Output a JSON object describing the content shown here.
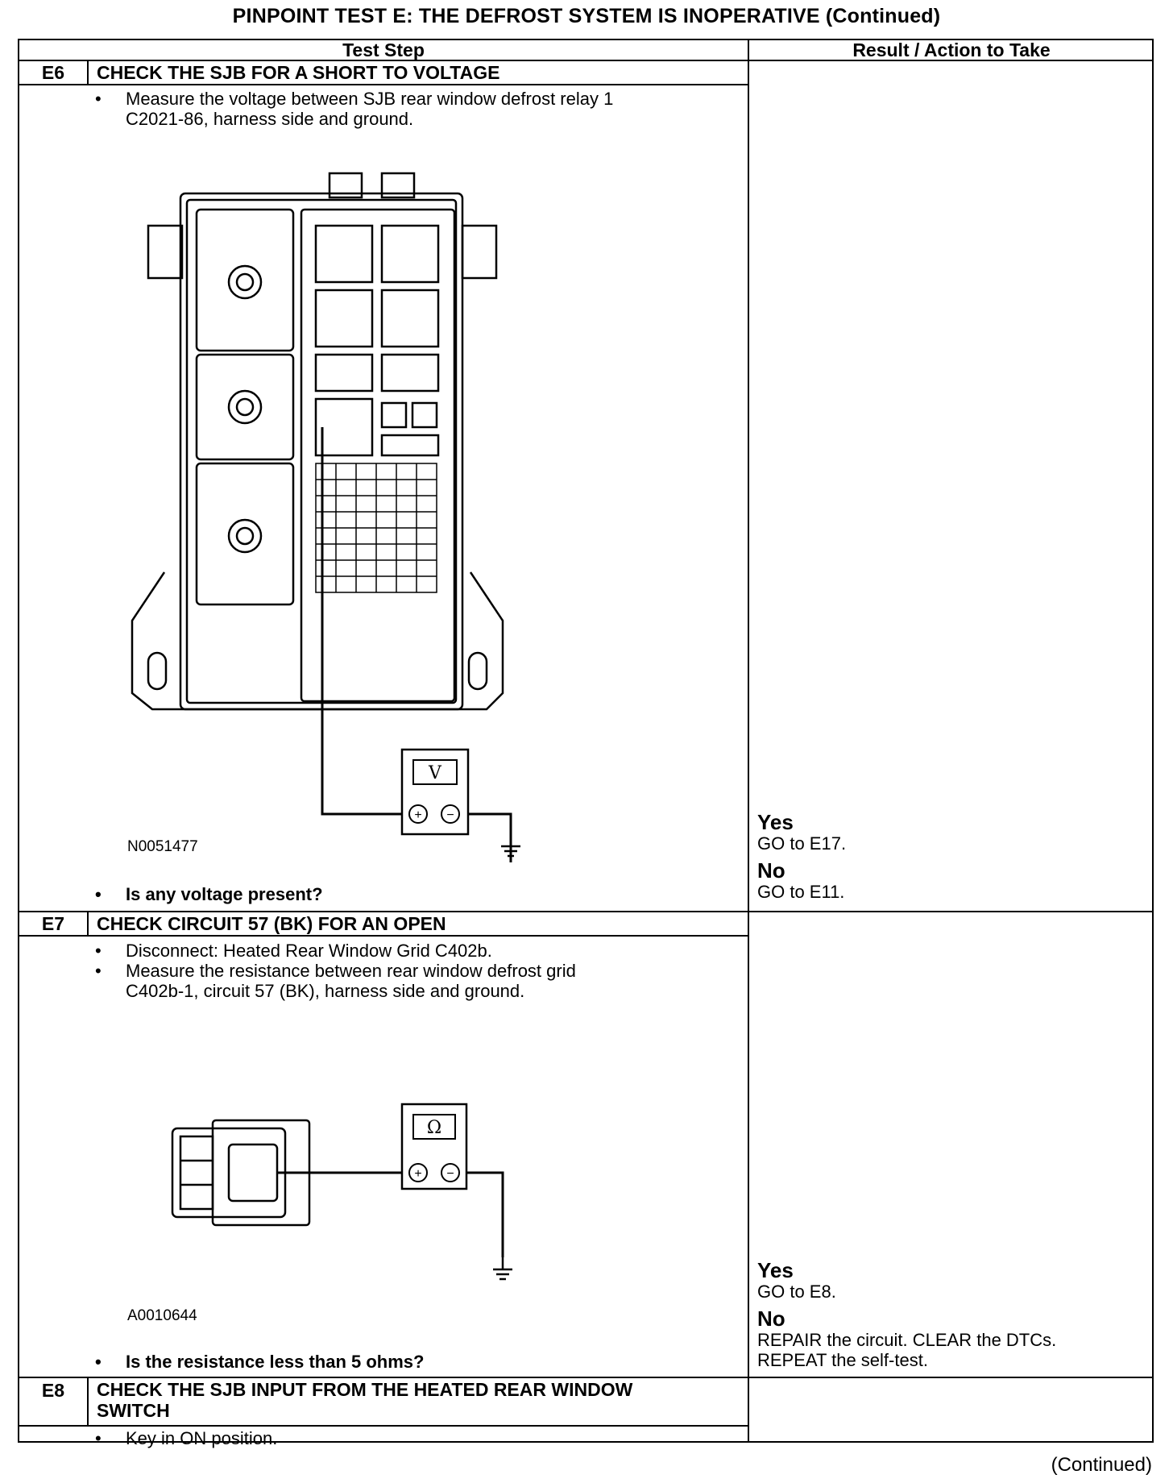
{
  "title": "PINPOINT TEST  E: THE DEFROST SYSTEM IS INOPERATIVE (Continued)",
  "headers": {
    "test_step": "Test Step",
    "result": "Result / Action to Take"
  },
  "steps": [
    {
      "id": "E6",
      "title": "CHECK THE SJB FOR A SHORT TO VOLTAGE",
      "bullets": [
        "Measure the voltage between SJB rear window defrost relay 1\nC2021-86, harness side and ground."
      ],
      "figure_id": "N0051477",
      "meter_symbol": "V",
      "question": "Is any voltage present?",
      "yes_label": "Yes",
      "yes_action": "GO to E17.",
      "no_label": "No",
      "no_action": "GO to E11."
    },
    {
      "id": "E7",
      "title": "CHECK CIRCUIT 57 (BK) FOR AN OPEN",
      "bullets": [
        "Disconnect: Heated Rear Window Grid C402b.",
        "Measure the resistance between rear window defrost grid\nC402b-1, circuit 57 (BK), harness side and ground."
      ],
      "figure_id": "A0010644",
      "meter_symbol": "Ω",
      "question": "Is the resistance less than 5 ohms?",
      "yes_label": "Yes",
      "yes_action": "GO to E8.",
      "no_label": "No",
      "no_action": "REPAIR the circuit. CLEAR the DTCs.\nREPEAT the self-test."
    },
    {
      "id": "E8",
      "title": "CHECK THE SJB INPUT FROM THE HEATED REAR WINDOW\nSWITCH",
      "bullets": [
        "Key in ON position."
      ]
    }
  ],
  "plus_sign": "+",
  "minus_sign": "−",
  "footer": "(Continued)"
}
